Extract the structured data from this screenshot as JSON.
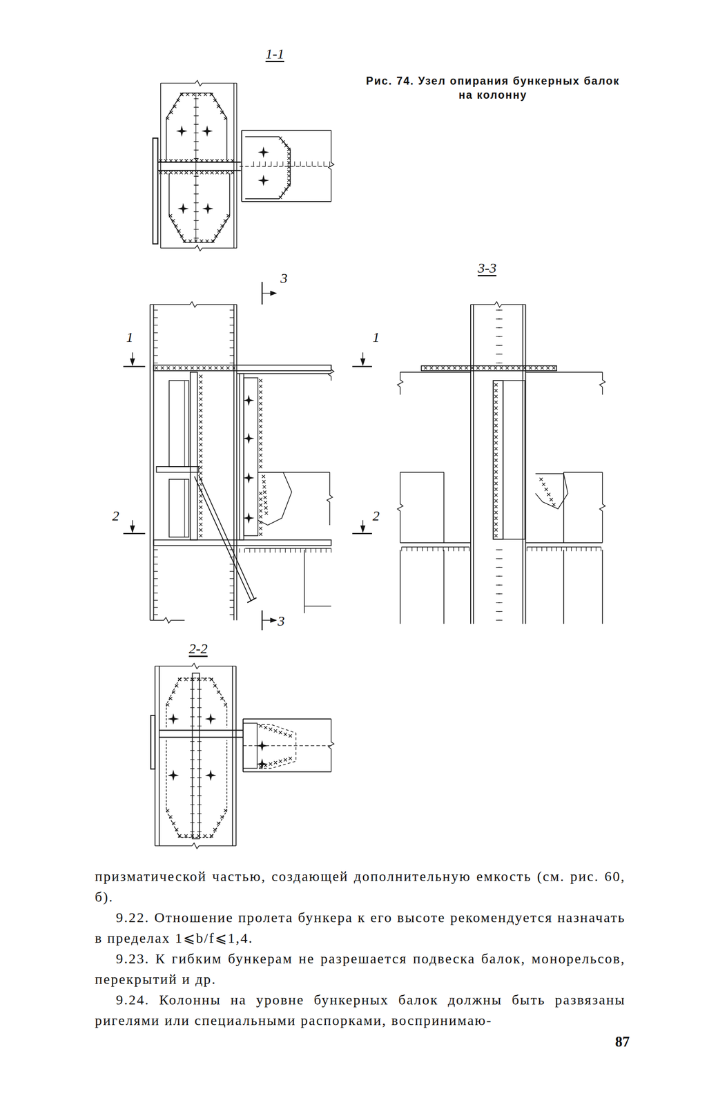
{
  "diagram": {
    "caption": "Рис. 74. Узел опирания бункерных балок на колонну",
    "labels": [
      "1-1",
      "3",
      "3-3",
      "1",
      "1",
      "2",
      "2",
      "3",
      "2-2",
      "призматической частью, создающей дополнительную емкость (см. рис. 60, б).",
      "9.22. Отношение пролета бункера к его высоте рекомендуется назначать в пределах 1⩽b/f⩽1,4.",
      "9.23. К гибким бункерам не разрешается подвеска балок, монорельсов, перекрытий и др.",
      "9.24. Колонны на уровне бункерных балок должны быть развязаны ригелями или специальными распорками, воспринимаю-",
      "87"
    ]
  }
}
